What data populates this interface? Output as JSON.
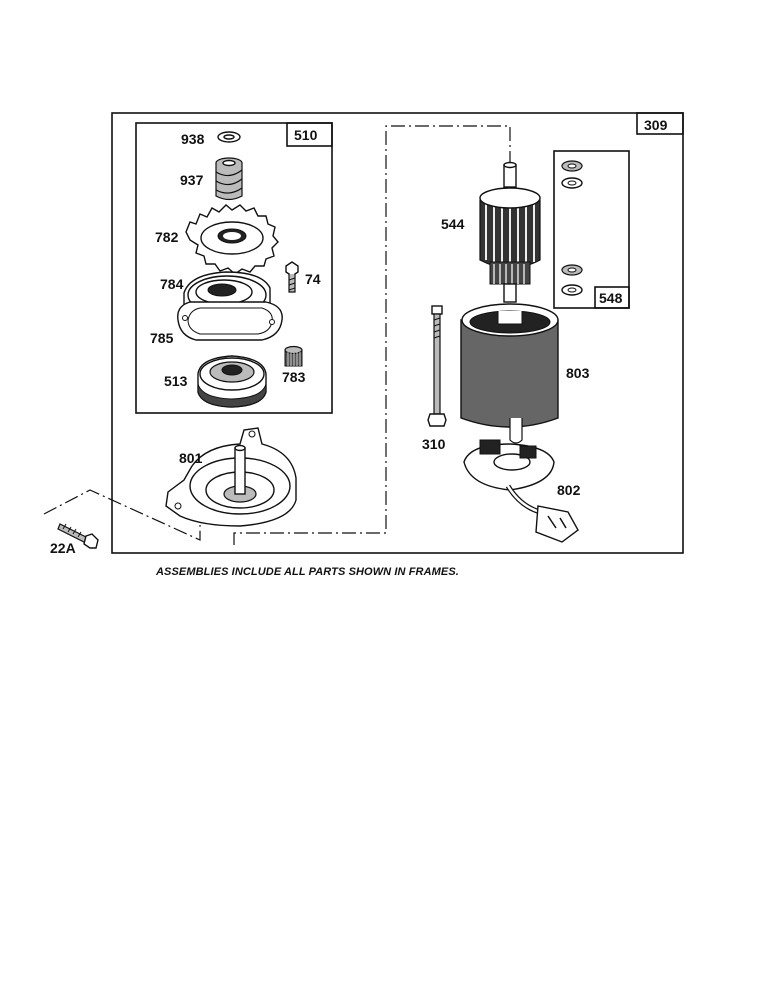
{
  "frames": {
    "outer_id": "309",
    "left_id": "510",
    "right_id": "548"
  },
  "parts": {
    "p938": "938",
    "p937": "937",
    "p782": "782",
    "p784": "784",
    "p74": "74",
    "p785": "785",
    "p513": "513",
    "p783": "783",
    "p801": "801",
    "p22a": "22A",
    "p544": "544",
    "p803": "803",
    "p310": "310",
    "p802": "802"
  },
  "caption": "ASSEMBLIES INCLUDE ALL PARTS SHOWN IN FRAMES."
}
